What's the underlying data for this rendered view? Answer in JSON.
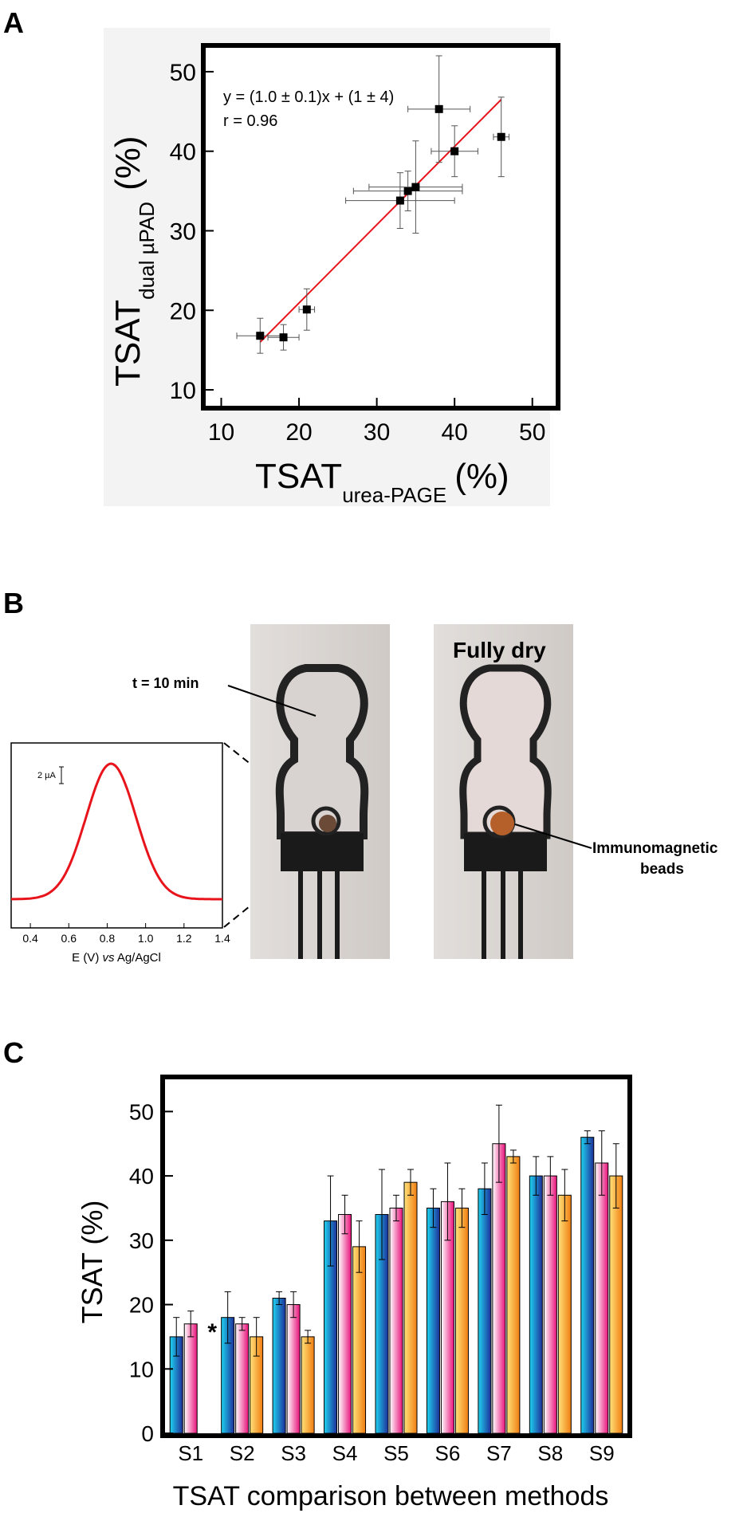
{
  "panels": {
    "a": "A",
    "b": "B",
    "c": "C"
  },
  "chart_data": [
    {
      "type": "scatter",
      "xlabel": "TSAT",
      "xlabel_sub": "urea-PAGE",
      "xlabel_unit": "(%)",
      "ylabel": "TSAT",
      "ylabel_sub": "dual µPAD",
      "ylabel_unit": "(%)",
      "xlim": [
        8,
        53
      ],
      "ylim": [
        8,
        53
      ],
      "xticks": [
        10,
        20,
        30,
        40,
        50
      ],
      "yticks": [
        10,
        20,
        30,
        40,
        50
      ],
      "annotation_fit": "y = (1.0 ± 0.1)x + (1 ± 4)",
      "annotation_r": "r = 0.96",
      "points": [
        {
          "x": 15,
          "y": 16.8,
          "xerr": 3,
          "yerr": 2.2
        },
        {
          "x": 18,
          "y": 16.6,
          "xerr": 2,
          "yerr": 1.6
        },
        {
          "x": 21,
          "y": 20.1,
          "xerr": 1,
          "yerr": 2.6
        },
        {
          "x": 33,
          "y": 33.8,
          "xerr": 7,
          "yerr": 3.5
        },
        {
          "x": 34,
          "y": 35.0,
          "xerr": 7,
          "yerr": 2.5
        },
        {
          "x": 35,
          "y": 35.5,
          "xerr": 6,
          "yerr": 5.8
        },
        {
          "x": 38,
          "y": 45.3,
          "xerr": 4,
          "yerr": 6.7
        },
        {
          "x": 40,
          "y": 40.0,
          "xerr": 3,
          "yerr": 3.2
        },
        {
          "x": 46,
          "y": 41.8,
          "xerr": 1,
          "yerr": 5.0
        }
      ],
      "fit_line": {
        "x": [
          15,
          46
        ],
        "y": [
          16,
          46.5
        ]
      },
      "colors": {
        "points": "#000000",
        "fit": "#e8141c"
      }
    },
    {
      "type": "line",
      "xlabel": "E (V) vs Ag/AgCl",
      "xlabel_parts": [
        "E (V) ",
        "vs",
        " Ag/AgCl"
      ],
      "xlim": [
        0.3,
        1.4
      ],
      "xticks": [
        "0.4",
        "0.6",
        "0.8",
        "1.0",
        "1.2",
        "1.4"
      ],
      "scale_bar_label": "2 µA",
      "peak_potential": 0.82,
      "colors": {
        "line": "#e8141c"
      }
    },
    {
      "type": "bar",
      "xlabel": "TSAT comparison between methods",
      "ylabel": "TSAT (%)",
      "categories": [
        "S1",
        "S2",
        "S3",
        "S4",
        "S5",
        "S6",
        "S7",
        "S8",
        "S9"
      ],
      "ylim": [
        0,
        55
      ],
      "yticks": [
        0,
        10,
        20,
        30,
        40,
        50
      ],
      "series": [
        {
          "values": [
            15,
            18,
            21,
            33,
            34,
            35,
            38,
            40,
            46
          ],
          "errors": [
            3,
            4,
            1,
            7,
            7,
            3,
            4,
            3,
            1
          ],
          "gradient": [
            "#1fd3f0",
            "#1d2f9a"
          ]
        },
        {
          "values": [
            17,
            17,
            20,
            34,
            35,
            36,
            45,
            40,
            42
          ],
          "errors": [
            2,
            1,
            2,
            3,
            2,
            6,
            6,
            3,
            5
          ],
          "gradient": [
            "#ffffff",
            "#e8117a"
          ]
        },
        {
          "values": [
            null,
            15,
            15,
            29,
            39,
            35,
            43,
            37,
            40
          ],
          "errors": [
            null,
            3,
            1,
            4,
            2,
            3,
            1,
            4,
            5
          ],
          "gradient": [
            "#ffe27a",
            "#f07d10"
          ]
        }
      ],
      "annotation": "*",
      "annotation_category": "S1"
    }
  ],
  "photos": {
    "left_label": "t = 10 min",
    "right_label": "Fully dry",
    "beads_label_line1": "Immunomagnetic",
    "beads_label_line2": "beads"
  }
}
